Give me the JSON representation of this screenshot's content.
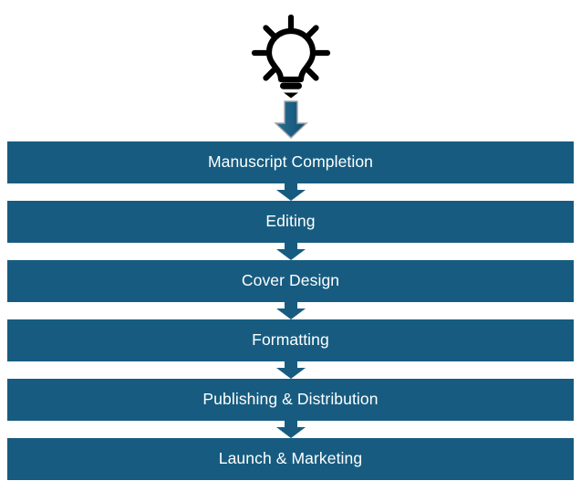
{
  "diagram": {
    "type": "vertical-process-flowchart",
    "background_color": "#ffffff",
    "accent_color": "#175C80",
    "label_color": "#ffffff",
    "icon_color": "#000000",
    "header_icon": "lightbulb-icon",
    "entry_arrow": "down-arrow-icon",
    "connector_arrow": "down-arrow-icon",
    "steps": [
      {
        "label": "Manuscript Completion"
      },
      {
        "label": "Editing"
      },
      {
        "label": "Cover Design"
      },
      {
        "label": "Formatting"
      },
      {
        "label": "Publishing & Distribution"
      },
      {
        "label": "Launch & Marketing"
      }
    ]
  }
}
